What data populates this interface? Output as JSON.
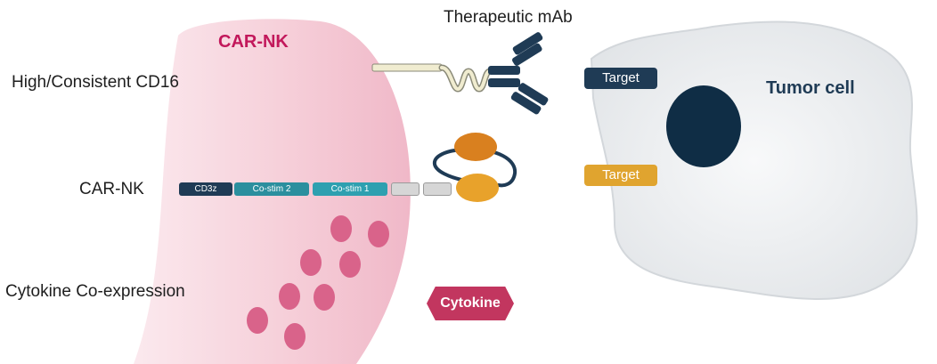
{
  "labels": {
    "mab": "Therapeutic mAb",
    "cd16": "High/Consistent CD16",
    "carnk_row": "CAR-NK",
    "cytokine_row": "Cytokine Co-expression"
  },
  "cell": {
    "title": "CAR-NK",
    "segments": [
      "CD3z",
      "Co-stim 2",
      "Co-stim 1",
      "",
      ""
    ]
  },
  "tumor": {
    "title": "Tumor cell",
    "target_1": "Target",
    "target_2": "Target"
  },
  "cytokine_badge": "Cytokine",
  "colors": {
    "cell": "#f4c9d4",
    "cell_dark": "#d67a97",
    "cell_title": "#c2185b",
    "dots": "#d9638a",
    "navy": "#1f3b55",
    "teal": "#2ea0b0",
    "orange": "#e8a22b",
    "orange_dark": "#d9801f",
    "gray_seg": "#d6d6d6",
    "cytokine": "#c2365f",
    "tumor": "#eef0f2",
    "nucleus": "#0f2d45"
  }
}
